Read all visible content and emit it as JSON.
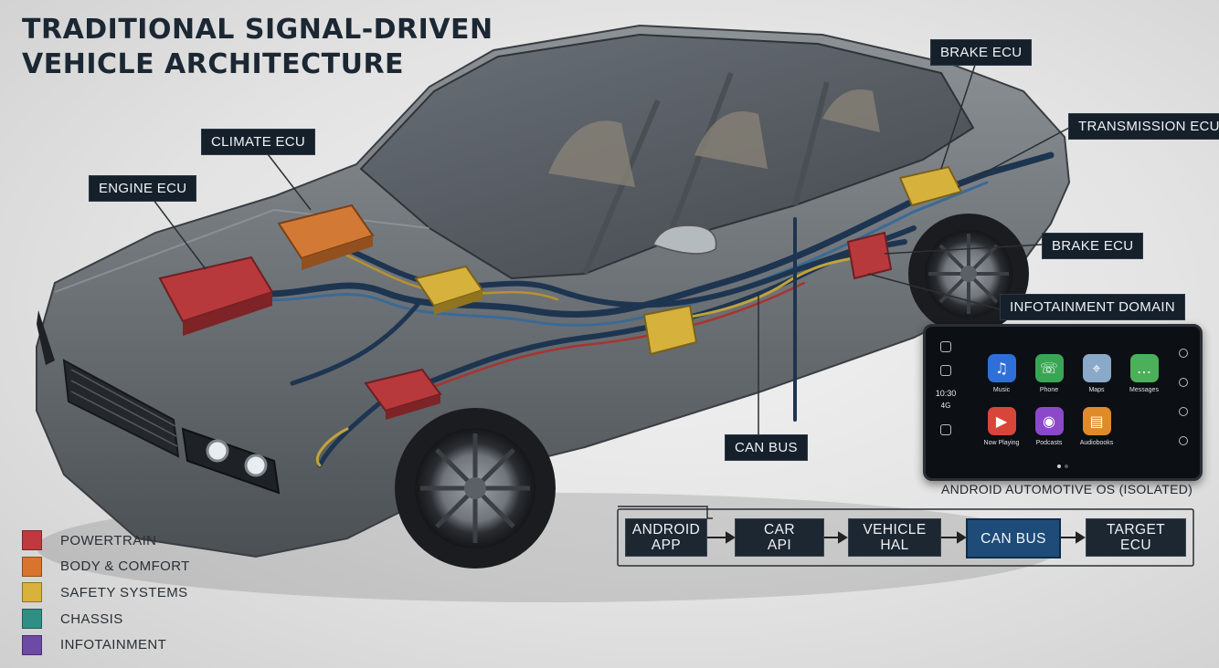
{
  "title": {
    "line1": "TRADITIONAL SIGNAL-DRIVEN",
    "line2": "VEHICLE ARCHITECTURE"
  },
  "callouts": {
    "engine_ecu": "ENGINE ECU",
    "climate_ecu": "CLIMATE ECU",
    "brake_ecu_top": "BRAKE ECU",
    "transmission_ecu": "TRANSMISSION ECU",
    "brake_ecu_right": "BRAKE ECU",
    "infotainment_domain": "INFOTAINMENT DOMAIN",
    "can_bus": "CAN BUS"
  },
  "colors": {
    "powertrain": "#c0393f",
    "body_comfort": "#d9742e",
    "safety": "#d8b23a",
    "chassis": "#2f8f84",
    "infotainment": "#6d4aa6",
    "can_bus_highlight": "#1e4b78"
  },
  "legend": [
    {
      "label": "POWERTRAIN",
      "color": "#c0393f"
    },
    {
      "label": "BODY & COMFORT",
      "color": "#d9742e"
    },
    {
      "label": "SAFETY SYSTEMS",
      "color": "#d8b23a"
    },
    {
      "label": "CHASSIS",
      "color": "#2f8f84"
    },
    {
      "label": "INFOTAINMENT",
      "color": "#6d4aa6"
    }
  ],
  "screen": {
    "time": "10:30",
    "network": "4G",
    "apps": [
      {
        "label": "Music",
        "icon": "music-note-icon",
        "color": "#2f6fd8"
      },
      {
        "label": "Phone",
        "icon": "phone-icon",
        "color": "#3aa655"
      },
      {
        "label": "Maps",
        "icon": "map-icon",
        "color": "#8aa9c8"
      },
      {
        "label": "Messages",
        "icon": "message-bubble-icon",
        "color": "#4cb05a"
      },
      {
        "label": "Now Playing",
        "icon": "play-icon",
        "color": "#d8463a"
      },
      {
        "label": "Podcasts",
        "icon": "podcast-icon",
        "color": "#8b49c9"
      },
      {
        "label": "Audiobooks",
        "icon": "book-icon",
        "color": "#e08a2a"
      }
    ],
    "caption": "ANDROID AUTOMOTIVE OS (ISOLATED)"
  },
  "flow": [
    {
      "line1": "ANDROID",
      "line2": "APP"
    },
    {
      "line1": "CAR",
      "line2": "API"
    },
    {
      "line1": "VEHICLE",
      "line2": "HAL"
    },
    {
      "line1": "CAN BUS",
      "line2": ""
    },
    {
      "line1": "TARGET",
      "line2": "ECU"
    }
  ]
}
